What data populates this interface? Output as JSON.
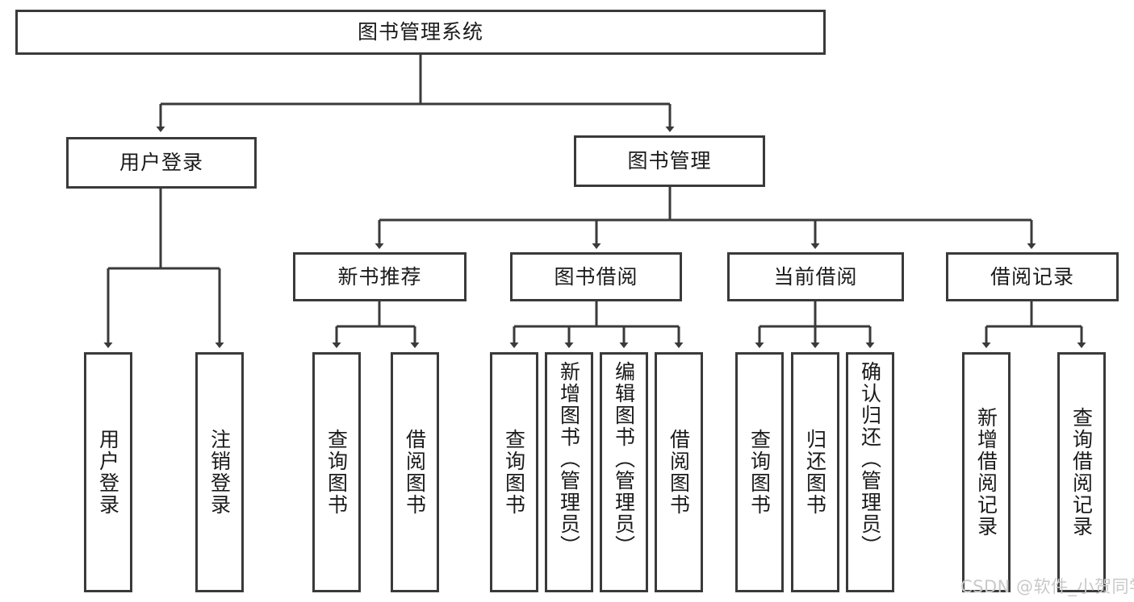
{
  "diagram": {
    "title": "图书管理系统",
    "type": "tree-hierarchy-diagram",
    "colors": {
      "stroke": "#3a3a3a",
      "fill": "#ffffff",
      "text": "#1a1a1a",
      "watermark": "#c9c9c9"
    },
    "root": {
      "label": "图书管理系统"
    },
    "level2": [
      {
        "label": "用户登录"
      },
      {
        "label": "图书管理"
      }
    ],
    "level3": [
      {
        "label": "新书推荐"
      },
      {
        "label": "图书借阅"
      },
      {
        "label": "当前借阅"
      },
      {
        "label": "借阅记录"
      }
    ],
    "leaves": {
      "user_login": [
        {
          "label": "用户登录"
        },
        {
          "label": "注销登录"
        }
      ],
      "new_book_recommend": [
        {
          "label": "查询图书"
        },
        {
          "label": "借阅图书"
        }
      ],
      "book_borrow": [
        {
          "label": "查询图书"
        },
        {
          "label": "新增图书（管理员）"
        },
        {
          "label": "编辑图书（管理员）"
        },
        {
          "label": "借阅图书"
        }
      ],
      "current_borrow": [
        {
          "label": "查询图书"
        },
        {
          "label": "归还图书"
        },
        {
          "label": "确认归还（管理员）"
        }
      ],
      "borrow_record": [
        {
          "label": "新增借阅记录"
        },
        {
          "label": "查询借阅记录"
        }
      ]
    }
  },
  "watermark": {
    "text": "CSDN @软件_小贺同学"
  }
}
